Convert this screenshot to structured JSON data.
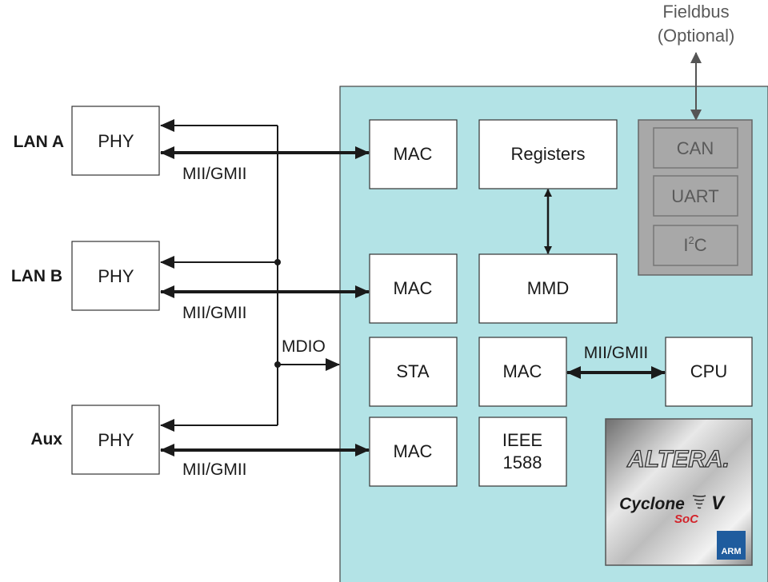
{
  "fieldbus": {
    "line1": "Fieldbus",
    "line2": "(Optional)"
  },
  "ports": {
    "lan_a": "LAN A",
    "lan_b": "LAN B",
    "aux": "Aux"
  },
  "phy": {
    "a": "PHY",
    "b": "PHY",
    "aux": "PHY"
  },
  "links": {
    "a": "MII/GMII",
    "b": "MII/GMII",
    "aux": "MII/GMII",
    "cpu": "MII/GMII",
    "mdio": "MDIO"
  },
  "blocks": {
    "mac1": "MAC",
    "mac2": "MAC",
    "mac3": "MAC",
    "mac4": "MAC",
    "registers": "Registers",
    "mmd": "MMD",
    "sta": "STA",
    "cpu": "CPU",
    "ieee_line1": "IEEE",
    "ieee_line2": "1588"
  },
  "fieldbus_blocks": {
    "can": "CAN",
    "uart": "UART",
    "i2c_main": "I",
    "i2c_sup": "2",
    "i2c_tail": "C"
  },
  "chip": {
    "brand": "ALTERA.",
    "family_a": "Cyclone",
    "family_b": "V",
    "variant": "SoC",
    "arm": "ARM"
  },
  "colors": {
    "fpga_fill": "#b3e3e6",
    "fieldbus_fill": "#a8a8a8",
    "soc_red": "#d3242b"
  }
}
